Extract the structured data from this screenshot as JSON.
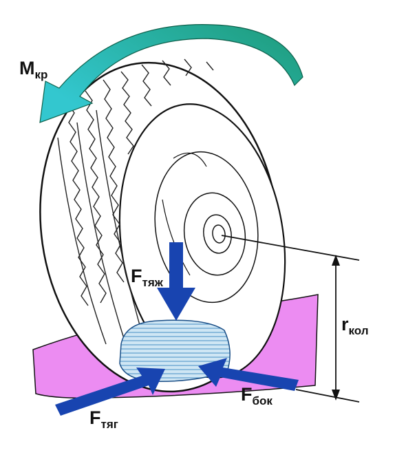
{
  "labels": {
    "torque": {
      "main": "M",
      "sub": "кр"
    },
    "gravity": {
      "main": "F",
      "sub": "тяж"
    },
    "traction": {
      "main": "F",
      "sub": "тяг"
    },
    "lateral": {
      "main": "F",
      "sub": "бок"
    },
    "radius": {
      "main": "r",
      "sub": "кол"
    }
  },
  "colors": {
    "background": "#ffffff",
    "ground": "#ec8cf2",
    "torque_arrow_start": "#1d9a78",
    "torque_arrow_end": "#33c7cf",
    "force_arrow": "#1844b0",
    "contact_patch": "#8fc5e3",
    "outline": "#111111"
  },
  "icons": {
    "torque": "curved-arrow-icon",
    "forces": "straight-arrow-icon"
  }
}
